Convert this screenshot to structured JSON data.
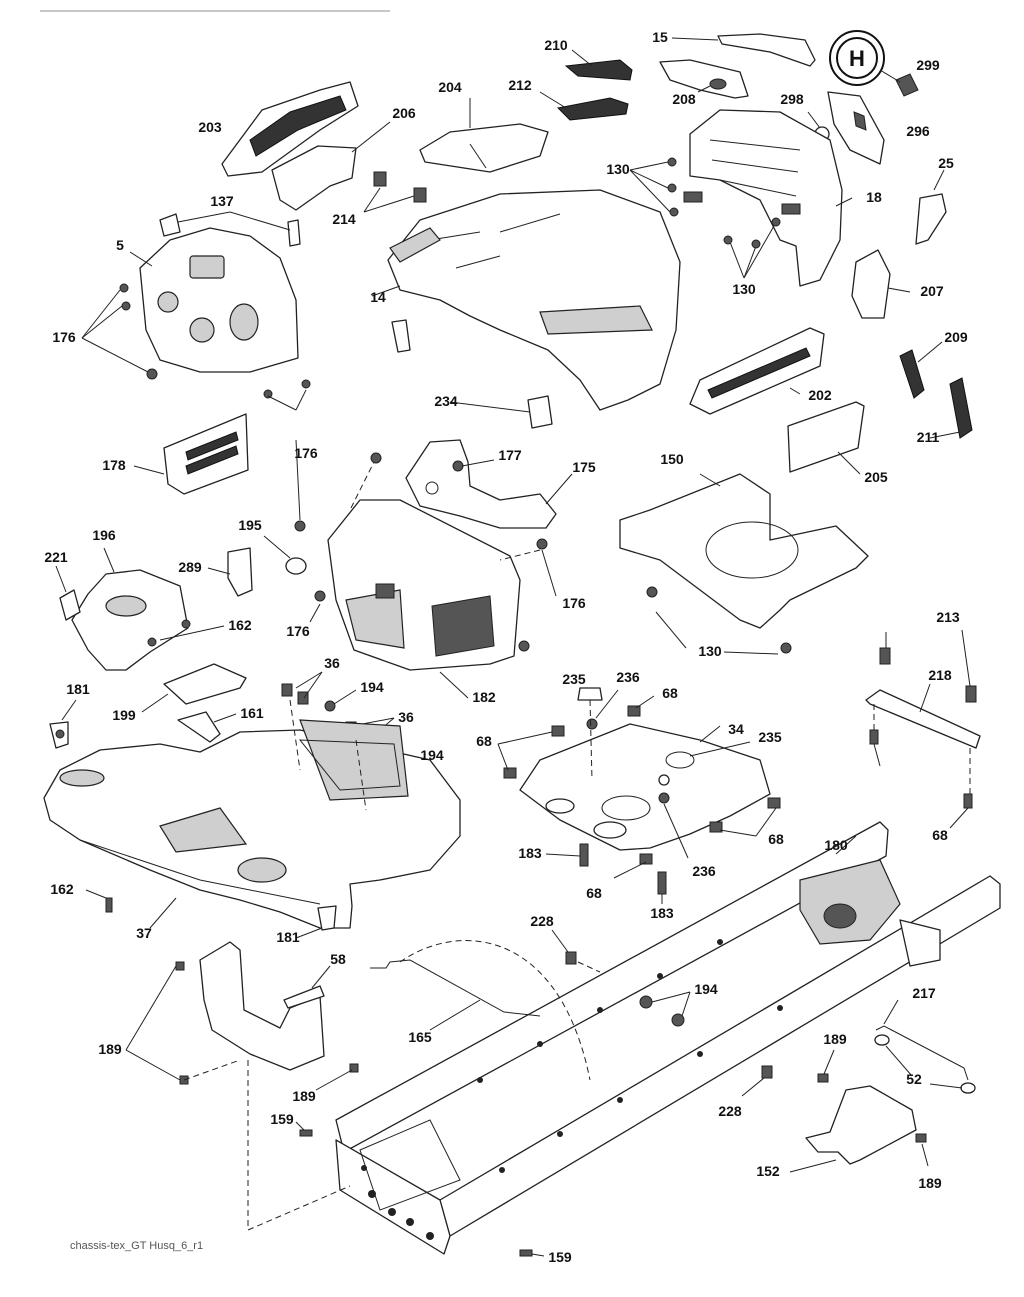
{
  "footer_text": "chassis-tex_GT Husq_6_r1",
  "logo_letter": "H",
  "callouts": [
    "15",
    "210",
    "299",
    "204",
    "212",
    "208",
    "298",
    "296",
    "203",
    "206",
    "130",
    "25",
    "214",
    "18",
    "137",
    "5",
    "14",
    "130",
    "207",
    "176",
    "209",
    "202",
    "234",
    "211",
    "178",
    "176",
    "177",
    "175",
    "150",
    "205",
    "195",
    "196",
    "221",
    "289",
    "162",
    "176",
    "176",
    "182",
    "130",
    "213",
    "36",
    "181",
    "194",
    "218",
    "235",
    "236",
    "68",
    "34",
    "199",
    "161",
    "36",
    "194",
    "68",
    "235",
    "68",
    "37",
    "162",
    "183",
    "68",
    "180",
    "236",
    "183",
    "181",
    "228",
    "58",
    "194",
    "217",
    "189",
    "165",
    "189",
    "52",
    "189",
    "228",
    "159",
    "152",
    "189",
    "159",
    "68"
  ]
}
